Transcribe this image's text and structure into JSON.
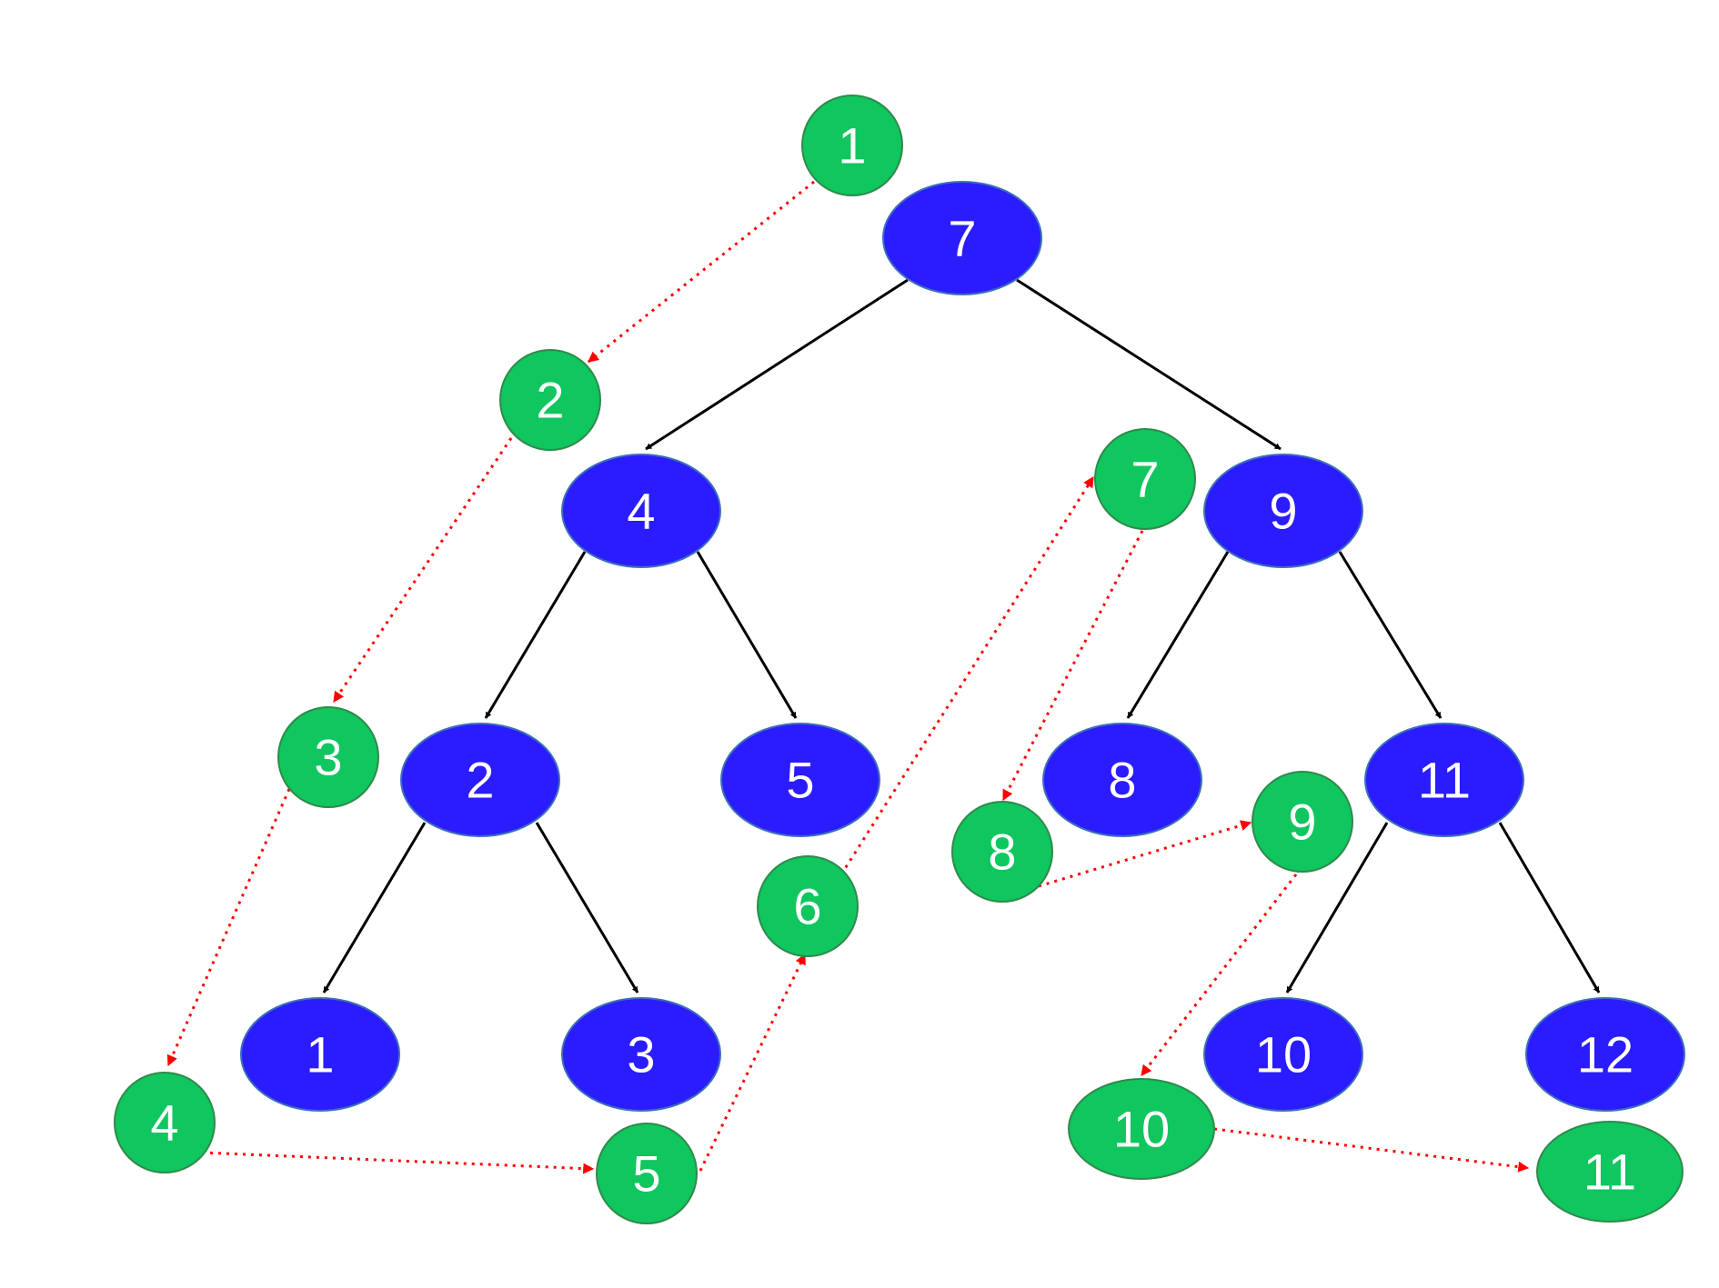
{
  "colors": {
    "tree_node_fill": "#2a1cff",
    "tree_node_stroke": "#3d6fb8",
    "visit_fill": "#0fc65f",
    "visit_stroke": "#2f8a4b",
    "tree_edge": "#000000",
    "traversal_arrow": "#ff0000",
    "label": "#ffffff"
  },
  "tree": {
    "nodes": [
      {
        "id": "n7",
        "label": "7"
      },
      {
        "id": "n4",
        "label": "4"
      },
      {
        "id": "n9",
        "label": "9"
      },
      {
        "id": "n2",
        "label": "2"
      },
      {
        "id": "n5",
        "label": "5"
      },
      {
        "id": "n8",
        "label": "8"
      },
      {
        "id": "n11",
        "label": "11"
      },
      {
        "id": "n1",
        "label": "1"
      },
      {
        "id": "n3",
        "label": "3"
      },
      {
        "id": "n10",
        "label": "10"
      },
      {
        "id": "n12",
        "label": "12"
      }
    ],
    "edges": [
      {
        "from": "n7",
        "to": "n4"
      },
      {
        "from": "n7",
        "to": "n9"
      },
      {
        "from": "n4",
        "to": "n2"
      },
      {
        "from": "n4",
        "to": "n5"
      },
      {
        "from": "n2",
        "to": "n1"
      },
      {
        "from": "n2",
        "to": "n3"
      },
      {
        "from": "n9",
        "to": "n8"
      },
      {
        "from": "n9",
        "to": "n11"
      },
      {
        "from": "n11",
        "to": "n10"
      },
      {
        "from": "n11",
        "to": "n12"
      }
    ]
  },
  "traversal": {
    "steps": [
      {
        "id": "s1",
        "label": "1"
      },
      {
        "id": "s2",
        "label": "2"
      },
      {
        "id": "s3",
        "label": "3"
      },
      {
        "id": "s4",
        "label": "4"
      },
      {
        "id": "s5",
        "label": "5"
      },
      {
        "id": "s6",
        "label": "6"
      },
      {
        "id": "s7",
        "label": "7"
      },
      {
        "id": "s8",
        "label": "8"
      },
      {
        "id": "s9",
        "label": "9"
      },
      {
        "id": "s10",
        "label": "10"
      },
      {
        "id": "s11",
        "label": "11"
      }
    ]
  }
}
